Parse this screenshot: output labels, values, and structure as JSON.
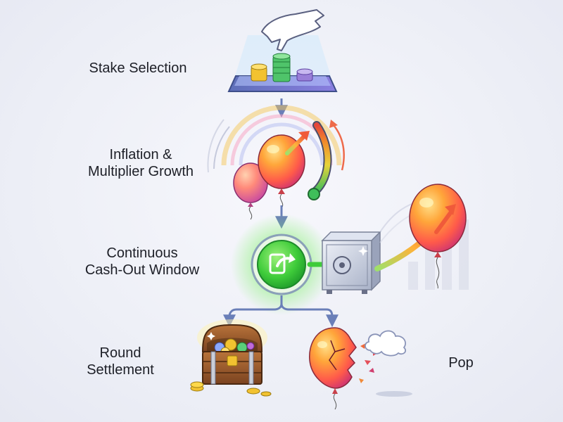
{
  "steps": {
    "stake": {
      "label": "Stake Selection"
    },
    "inflation": {
      "line1": "Inflation &",
      "line2": "Multiplier Growth"
    },
    "cashout": {
      "line1": "Continuous",
      "line2": "Cash-Out Window"
    },
    "settlement": {
      "line1": "Round",
      "line2": "Settlement"
    },
    "pop": {
      "label": "Pop"
    }
  },
  "colors": {
    "arrow": "#6a7fb8",
    "cashout_green": "#3fcc3a",
    "balloon_orange": "#ff8a2b",
    "balloon_pink": "#ff6f8f",
    "safe_steel": "#c9cfe0",
    "chest_wood": "#9a5a2a",
    "gold": "#f2c230"
  },
  "icons": {
    "stake": "hand-over-coin-stacks-icon",
    "inflation": "balloons-with-rising-gauge-icon",
    "cashout": "cash-out-button-icon",
    "safe": "safe-vault-icon",
    "escaping_balloon": "rising-balloon-icon",
    "settlement": "treasure-chest-icon",
    "pop": "bursting-balloon-icon"
  }
}
